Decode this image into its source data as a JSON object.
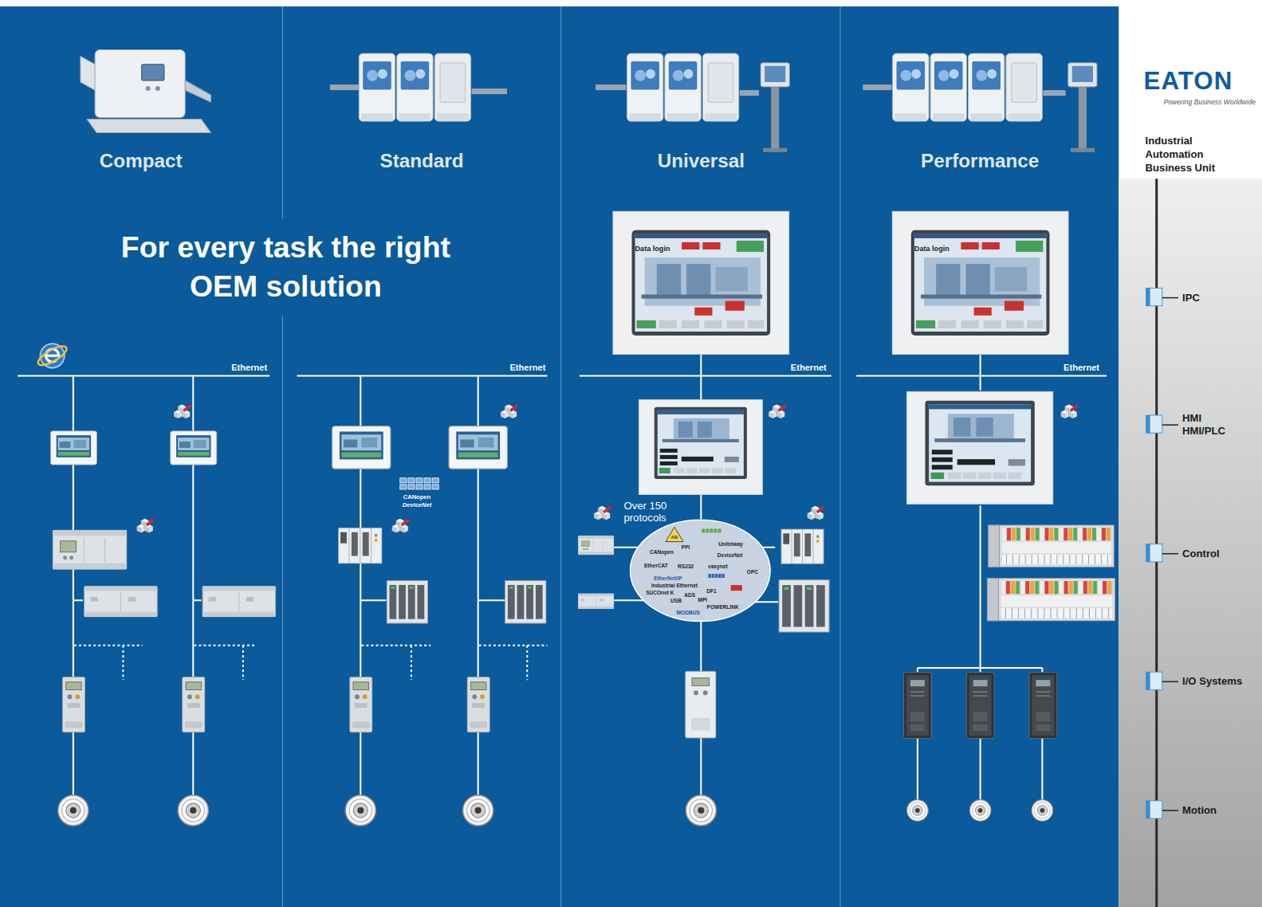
{
  "diagram": {
    "title": "For every task the right OEM solution",
    "nodes": [
      {
        "text": [
          "Compact"
        ]
      },
      {
        "text": [
          "Standard"
        ]
      },
      {
        "text": [
          "Universal"
        ]
      },
      {
        "text": [
          "Data login"
        ],
        "in": 2
      },
      {
        "text": [
          "ASi",
          "PPI",
          "Unitelway",
          "CANopen",
          "DeviceNet",
          "EtherCAT",
          "RS232",
          "easynet",
          "OPC",
          "EtherNet/IP",
          "Industrial Ethernet",
          "DF1",
          "SUCOnet K",
          "ADS",
          "USB",
          "MPI",
          "POWERLINK",
          "MODBUS"
        ],
        "in": 2
      },
      {
        "text": [
          "Performance"
        ]
      },
      {
        "text": [
          "Data login"
        ],
        "in": 5
      }
    ],
    "labels": [
      "Ethernet",
      "Ethernet",
      "CANopen",
      "DeviceNet",
      "Ethernet",
      "Over 150 protocols",
      "Ethernet",
      "EATON",
      "Powering Business Worldwide",
      "Industrial Automation Business Unit",
      "IPC",
      "HMI HMI/PLC",
      "Control",
      "I/O Systems",
      "Motion"
    ]
  }
}
